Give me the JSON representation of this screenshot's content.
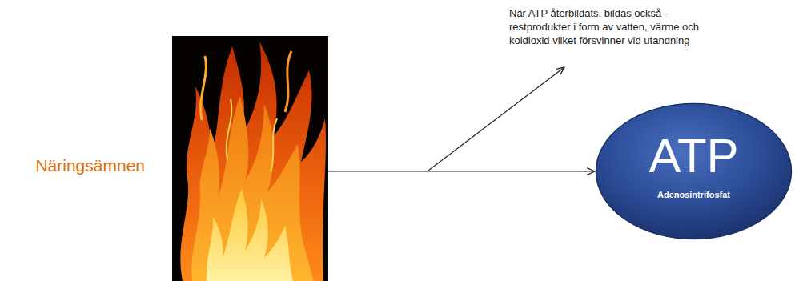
{
  "diagram": {
    "nodes": [
      {
        "text": [
          "Näringsämnen"
        ]
      },
      {
        "text": [
          "ATP",
          "Adenosintrifosfat"
        ]
      }
    ],
    "edges": [
      {
        "from": 0,
        "to": 1,
        "arrow": "to"
      }
    ],
    "labels": [
      "När ATP återbildats, bildas också - restprodukter i form av vatten, värme och koldioxid vilket försvinner vid utandning"
    ]
  }
}
